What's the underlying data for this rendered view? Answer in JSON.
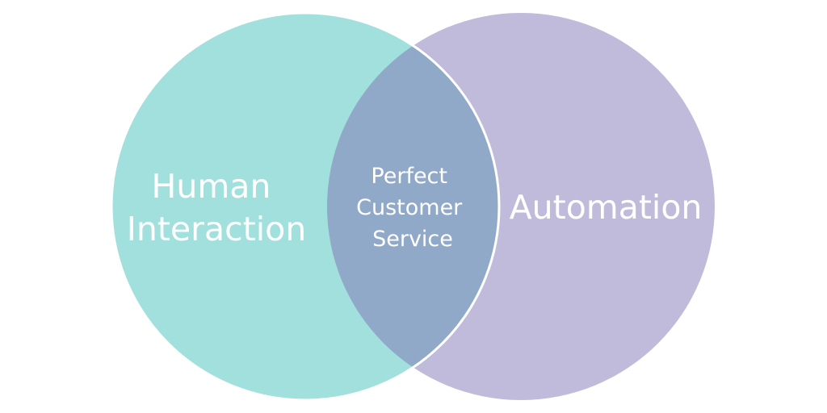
{
  "diagram": {
    "left_set": {
      "label_lines": [
        "Human",
        "Interaction"
      ],
      "color": "#a1e0dc"
    },
    "right_set": {
      "label_lines": [
        "Automation"
      ],
      "color": "#c1bbdb"
    },
    "intersection": {
      "label_lines": [
        "Perfect",
        "Customer",
        "Service"
      ],
      "color": "#91a9c8"
    },
    "outline_color": "#ffffff",
    "background": "#ffffff"
  }
}
